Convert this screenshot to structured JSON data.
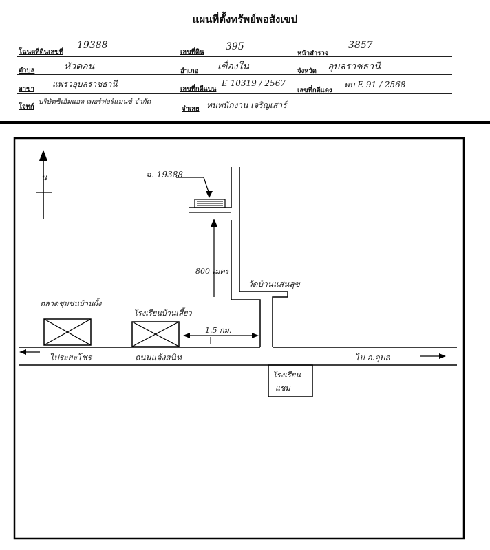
{
  "title": "แผนที่ตั้งทรัพย์พอสังเขป",
  "form": {
    "row1": {
      "deed_label": "โฉนดที่ดินเลขที่",
      "deed_value": "19388",
      "land_no_label": "เลขที่ดิน",
      "land_no_value": "395",
      "survey_page_label": "หน้าสำรวจ",
      "survey_page_value": "3857"
    },
    "row2": {
      "subdistrict_label": "ตำบล",
      "subdistrict_value": "หัวดอน",
      "district_label": "อำเภอ",
      "district_value": "เขื่องใน",
      "province_label": "จังหวัด",
      "province_value": "อุบลราชธานี"
    },
    "row3": {
      "office_label": "สาขา",
      "office_value": "แพรวอุบลราชธานี",
      "blue_ref_label": "เลขที่กดีแบน",
      "blue_ref_value": "E 10319 / 2567",
      "red_ref_label": "เลขที่กดีแดง",
      "red_ref_value": "พบ E 91 / 2568"
    },
    "row4": {
      "plaintiff_label": "โจทก์",
      "plaintiff_value": "บริษัทซีเอ็มแอล เพอร์ฟอร์แมนซ์ จำกัด",
      "defendant_label": "จำเลย",
      "defendant_value": "ทนพนักงาน เจริญเสาร์"
    }
  },
  "map": {
    "north_label": "น",
    "parcel_label": "ฉ. 19388",
    "distance_label": "800 เมตร",
    "temple_label": "วัดบ้านแสนสุข",
    "market_label": "ตลาดชุมชนบ้านผั้ง",
    "school1_label": "โรงเรียนบ้านเสี้ยว",
    "road_distance_label": "1.5 กม.",
    "left_dest_label": "ไประยะโชร",
    "road_name_label": "ถนนแจ้งสนิท",
    "right_dest_label": "ไป อ.อุบล",
    "school2_line1": "โรงเรียน",
    "school2_line2": "แชม"
  }
}
